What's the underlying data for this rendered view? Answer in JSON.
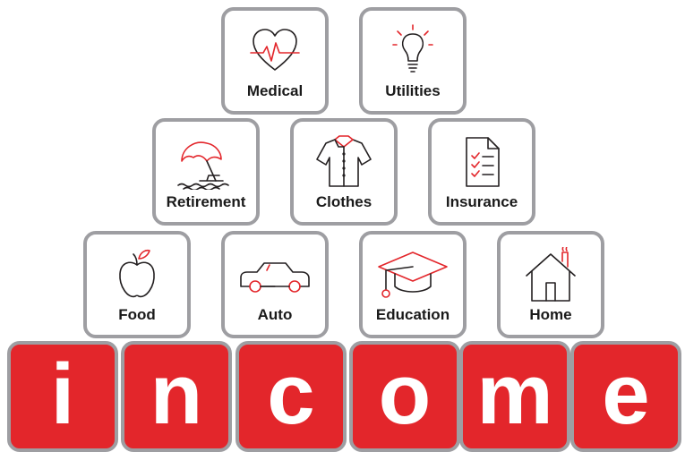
{
  "colors": {
    "accent": "#e3262b",
    "tile_border": "#9e9ea2",
    "icon_stroke": "#231f20"
  },
  "tiles": {
    "medical": {
      "label": "Medical",
      "icon": "heart-pulse-icon"
    },
    "utilities": {
      "label": "Utilities",
      "icon": "lightbulb-icon"
    },
    "retirement": {
      "label": "Retirement",
      "icon": "beach-umbrella-icon"
    },
    "clothes": {
      "label": "Clothes",
      "icon": "shirt-icon"
    },
    "insurance": {
      "label": "Insurance",
      "icon": "checklist-document-icon"
    },
    "food": {
      "label": "Food",
      "icon": "apple-icon"
    },
    "auto": {
      "label": "Auto",
      "icon": "car-icon"
    },
    "education": {
      "label": "Education",
      "icon": "graduation-cap-icon"
    },
    "home": {
      "label": "Home",
      "icon": "house-icon"
    }
  },
  "income_letters": [
    "i",
    "n",
    "c",
    "o",
    "m",
    "e"
  ]
}
